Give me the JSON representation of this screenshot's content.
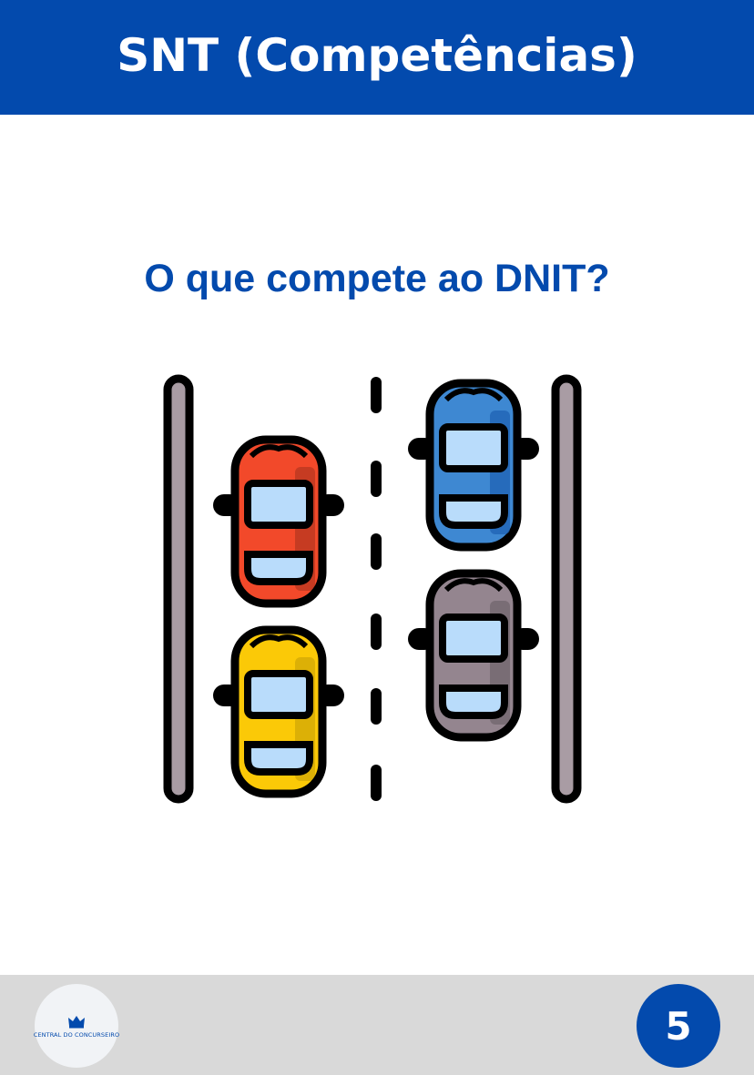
{
  "header": {
    "title": "SNT (Competências)",
    "background": "#034aad"
  },
  "main": {
    "question": "O que compete ao DNIT?",
    "illustration": {
      "icon": "highway-traffic-icon",
      "car_colors": [
        "#f2492a",
        "#3e88d2",
        "#fbc907",
        "#94858f"
      ]
    }
  },
  "footer": {
    "logo_icon": "crown-icon",
    "logo_text": "CENTRAL DO CONCURSEIRO",
    "page_number": "5",
    "background": "#d9d9d9"
  }
}
